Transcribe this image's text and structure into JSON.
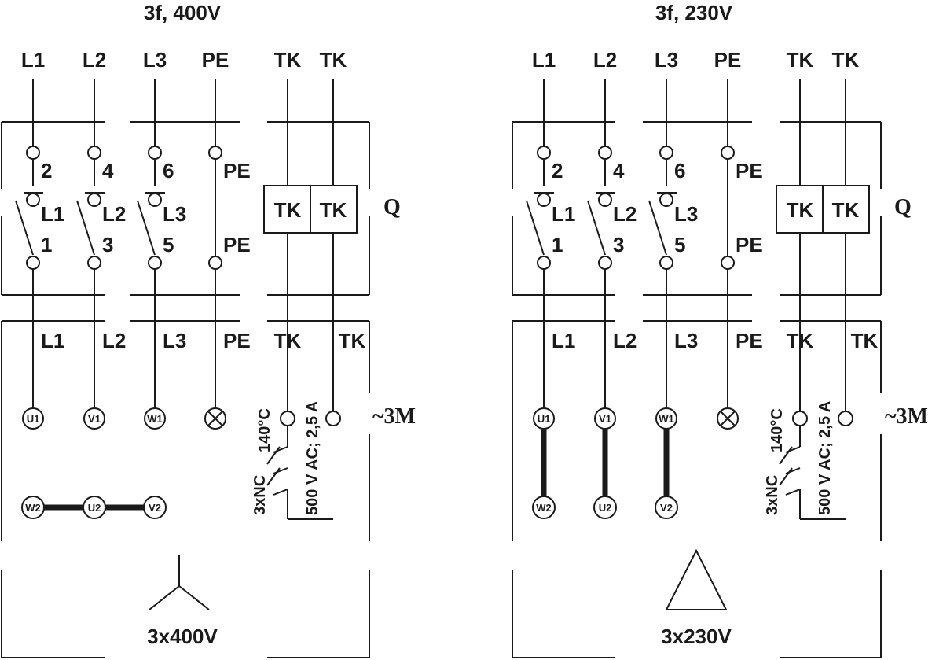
{
  "diagrams": [
    {
      "title": "3f, 400V",
      "supply_labels": [
        "L1",
        "L2",
        "L3",
        "PE",
        "TK",
        "TK"
      ],
      "upper_terminals": [
        "2",
        "4",
        "6",
        "PE"
      ],
      "pole_labels": [
        "L1",
        "L2",
        "L3"
      ],
      "lower_terminals": [
        "1",
        "3",
        "5",
        "PE"
      ],
      "tk_boxes": [
        "TK",
        "TK"
      ],
      "switch_label": "Q",
      "motor_labels": [
        "L1",
        "L2",
        "L3",
        "PE",
        "TK",
        "TK"
      ],
      "windings_top": [
        "U1",
        "V1",
        "W1"
      ],
      "windings_bottom": [
        "W2",
        "U2",
        "V2"
      ],
      "thermal_temp": "140°C",
      "thermal_contact": "3xNC",
      "thermal_rating": "500 V AC; 2,5 A",
      "motor_label": "~3M",
      "connection": "star",
      "voltage": "3x400V"
    },
    {
      "title": "3f, 230V",
      "supply_labels": [
        "L1",
        "L2",
        "L3",
        "PE",
        "TK",
        "TK"
      ],
      "upper_terminals": [
        "2",
        "4",
        "6",
        "PE"
      ],
      "pole_labels": [
        "L1",
        "L2",
        "L3"
      ],
      "lower_terminals": [
        "1",
        "3",
        "5",
        "PE"
      ],
      "tk_boxes": [
        "TK",
        "TK"
      ],
      "switch_label": "Q",
      "motor_labels": [
        "L1",
        "L2",
        "L3",
        "PE",
        "TK",
        "TK"
      ],
      "windings_top": [
        "U1",
        "V1",
        "W1"
      ],
      "windings_bottom": [
        "W2",
        "U2",
        "V2"
      ],
      "thermal_temp": "140°C",
      "thermal_contact": "3xNC",
      "thermal_rating": "500 V AC; 2,5 A",
      "motor_label": "~3M",
      "connection": "delta",
      "voltage": "3x230V"
    }
  ]
}
